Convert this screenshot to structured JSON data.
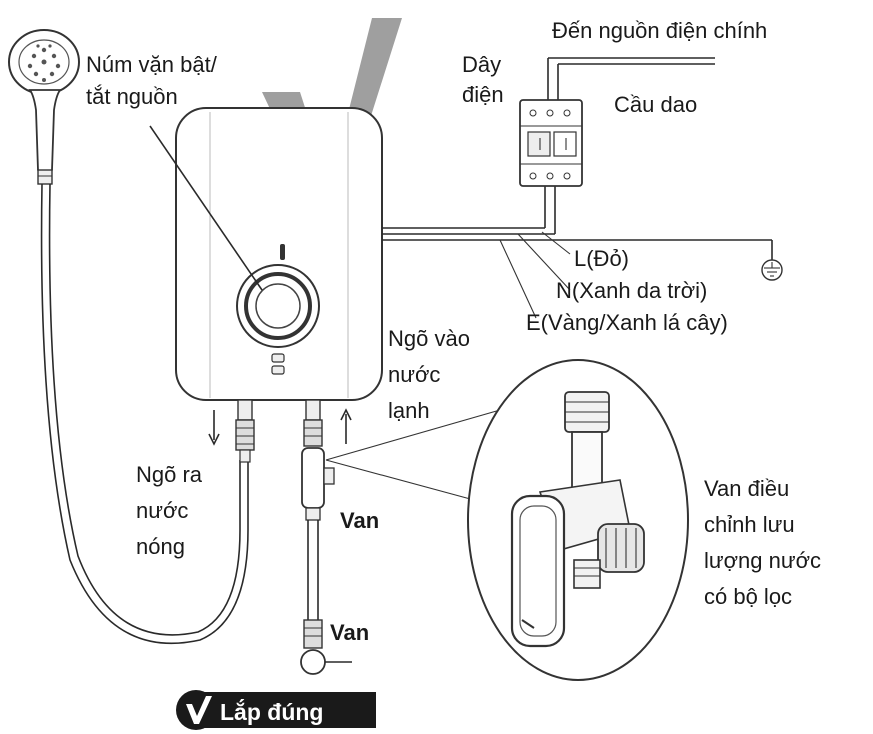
{
  "labels": {
    "knob_line1": "Núm vặn bật/",
    "knob_line2": "tắt nguồn",
    "to_power": "Đến nguồn điện chính",
    "wire_line1": "Dây",
    "wire_line2": "điện",
    "breaker": "Cầu dao",
    "live": "L(Đỏ)",
    "neutral": "N(Xanh da trời)",
    "earth": "E(Vàng/Xanh lá cây)",
    "cold_in_line1": "Ngõ vào",
    "cold_in_line2": "nước",
    "cold_in_line3": "lạnh",
    "hot_out_line1": "Ngõ ra",
    "hot_out_line2": "nước",
    "hot_out_line3": "nóng",
    "valve_upper": "Van",
    "valve_lower": "Van",
    "flow_valve_line1": "Van điều",
    "flow_valve_line2": "chỉnh lưu",
    "flow_valve_line3": "lượng nước",
    "flow_valve_line4": "có bộ lọc",
    "badge": "Lắp đúng"
  },
  "colors": {
    "check_mark": "#9a9a9a",
    "badge_bg": "#1a1a1a",
    "badge_text": "#ffffff",
    "line": "#2a2a2a"
  }
}
